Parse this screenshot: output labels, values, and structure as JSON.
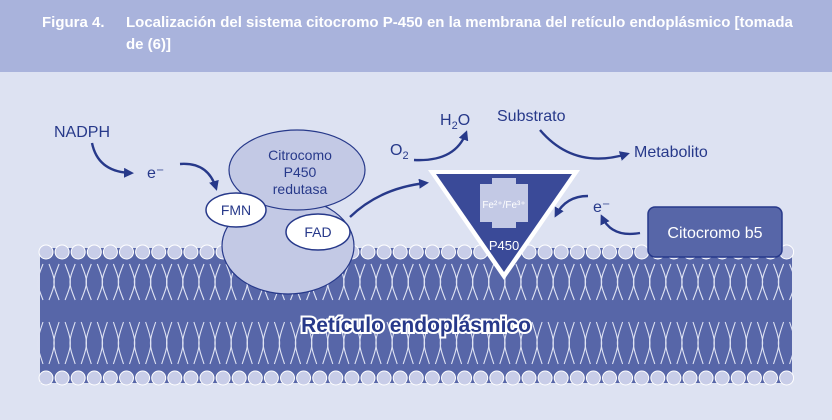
{
  "caption": {
    "figure_number": "Figura 4.",
    "title": "Localización del sistema citocromo P-450 en la membrana del retículo endoplásmico [tomada de (6)]"
  },
  "diagram": {
    "membrane_label": "Retículo endoplásmico",
    "nadph": "NADPH",
    "electron_left": "e⁻",
    "electron_right": "e⁻",
    "reductase": [
      "Citrocomo",
      "P450",
      "redutasa"
    ],
    "fmn": "FMN",
    "fad": "FAD",
    "oxygen": "O",
    "oxygen_sub": "2",
    "water_h": "H",
    "water_sub": "2",
    "water_o": "O",
    "substrate": "Substrato",
    "metabolite": "Metabolito",
    "iron": "Fe²⁺/Fe³⁺",
    "p450": "P450",
    "cytochrome_b5": "Citocromo b5"
  },
  "colors": {
    "caption_bg": "#a9b3dc",
    "panel_bg": "#dde2f2",
    "membrane": "#5766a8",
    "dark_blue": "#27398a",
    "protein": "#c3c9e5"
  }
}
